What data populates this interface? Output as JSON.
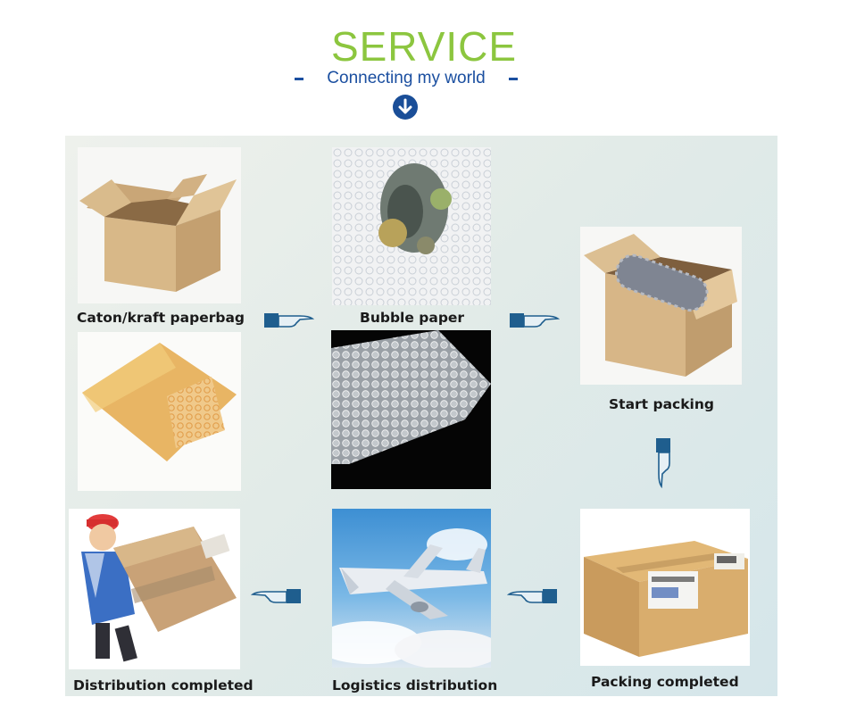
{
  "header": {
    "title": "SERVICE",
    "subtitle": "Connecting my world"
  },
  "steps": [
    {
      "label": "Caton/kraft paperbag"
    },
    {
      "label": "Bubble paper"
    },
    {
      "label": "Start packing"
    },
    {
      "label": "Distribution completed"
    },
    {
      "label": "Logistics distribution"
    },
    {
      "label": "Packing completed"
    }
  ],
  "colors": {
    "title": "#8cc63f",
    "subtitle": "#1b4fa0",
    "pointer": "#1f5e8e",
    "panel": "#e2ebe8"
  },
  "icons": [
    "arrow-down-circle-icon",
    "pointing-hand-right-icon",
    "pointing-hand-left-icon",
    "pointing-hand-down-icon"
  ]
}
